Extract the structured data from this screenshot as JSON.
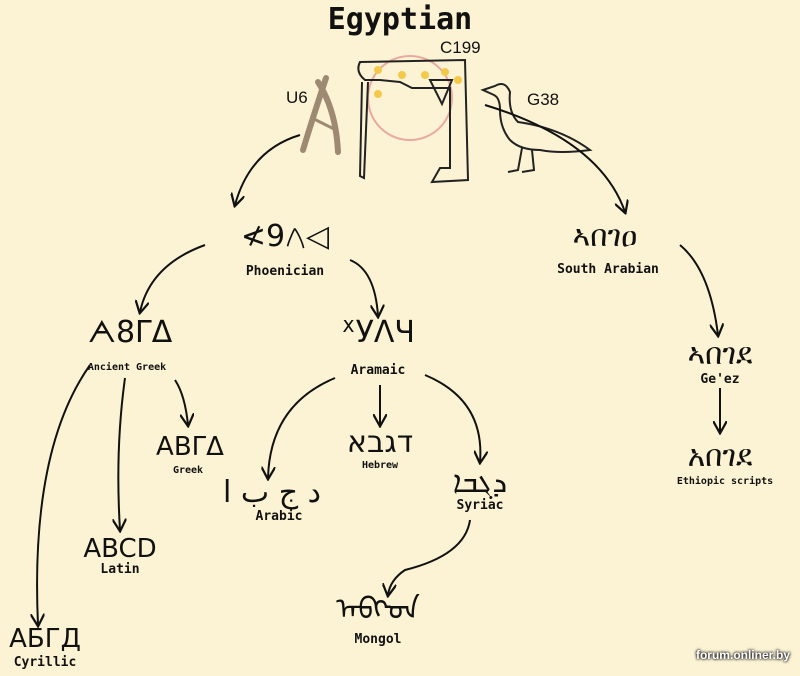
{
  "title": "Egyptian",
  "hieroglyphs": [
    {
      "code": "U6",
      "icon": "hoe-hieroglyph-icon"
    },
    {
      "code": "C199",
      "icon": "bent-man-hieroglyph-icon"
    },
    {
      "code": "G38",
      "icon": "goose-hieroglyph-icon"
    }
  ],
  "scripts": {
    "phoenician": {
      "glyphs": "≮9𐤂◁",
      "label": "Phoenician"
    },
    "south_arabian": {
      "glyphs": "ኣበገዐ",
      "label": "South Arabian"
    },
    "ancient_greek": {
      "glyphs": "ᗅ8ΓΔ",
      "label": "Ancient Greek"
    },
    "aramaic": {
      "glyphs": "ᕁУΛЧ",
      "label": "Aramaic"
    },
    "geez": {
      "glyphs": "ኣበገደ",
      "label": "Ge'ez"
    },
    "greek": {
      "glyphs": "ΑΒΓΔ",
      "label": "Greek"
    },
    "hebrew": {
      "glyphs": "דגבא",
      "label": "Hebrew"
    },
    "arabic": {
      "glyphs": "د ج ب ا",
      "label": "Arabic"
    },
    "syriac": {
      "glyphs": "ܕܓܒܐ",
      "label": "Syriac"
    },
    "ethiopic": {
      "glyphs": "አበገደ",
      "label": "Ethiopic scripts"
    },
    "latin": {
      "glyphs": "ABCD",
      "label": "Latin"
    },
    "mongol": {
      "glyphs": "ᠠᠪᠭᠳ",
      "label": "Mongol"
    },
    "cyrillic": {
      "glyphs": "АБГД",
      "label": "Cyrillic"
    }
  },
  "watermark": "forum.onliner.by"
}
